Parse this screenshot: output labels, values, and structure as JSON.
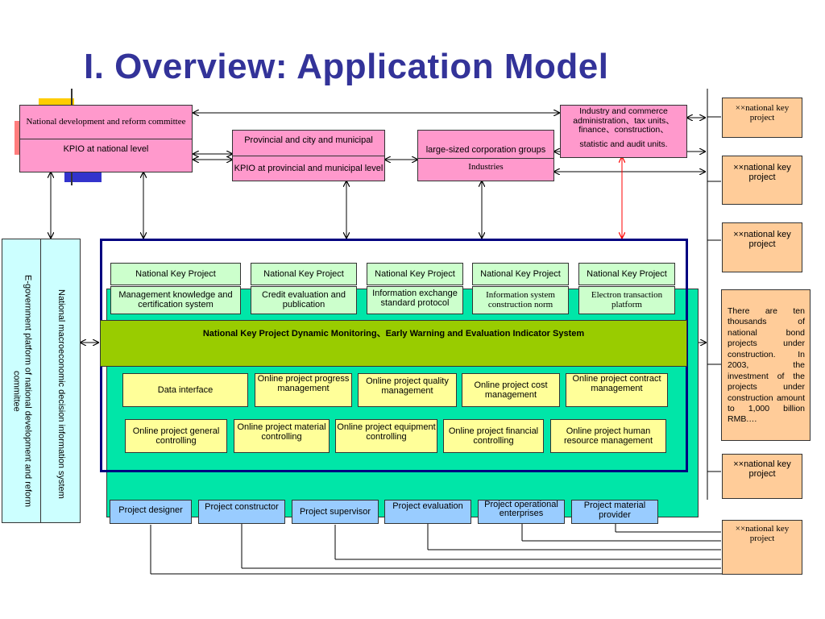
{
  "title": "I. Overview: Application Model",
  "colors": {
    "title": "#333399",
    "pink": "#ff99cc",
    "orange": "#ffcc99",
    "teal": "#00e6a8",
    "lime": "#99cc00",
    "navy": "#000080",
    "red_arrow": "#ff0000"
  },
  "top": {
    "national": {
      "title": "National development and reform committee",
      "sub": "KPIO at national level"
    },
    "provincial": {
      "title": "Provincial and city and municipal",
      "sub": "KPIO at provincial and municipal level"
    },
    "corporate": {
      "title": "large-sized corporation groups",
      "sub": "Industries"
    },
    "industry": {
      "line1": "Industry and commerce administration、tax units、finance、construction、",
      "line2": "statistic and audit units."
    }
  },
  "right": {
    "key_projects": [
      "××national key project",
      "××national key project",
      "××national key project",
      "××national key project",
      "××national key project"
    ],
    "info": "There are ten thousands of national bond projects under construction. In 2003, the investment of the projects under construction amount to 1,000 billion RMB.…"
  },
  "left": {
    "egov": "E-government platform of national development and reform committee",
    "macro": "National macroeconomic decision information system"
  },
  "systems": [
    {
      "head": "National Key Project",
      "body": "Management knowledge and certification system"
    },
    {
      "head": "National Key Project",
      "body": "Credit evaluation and publication"
    },
    {
      "head": "National Key Project",
      "body": "Information exchange standard protocol"
    },
    {
      "head": "National Key Project",
      "body": "Information system construction norm"
    },
    {
      "head": "National Key Project",
      "body": "Electron transaction platform"
    }
  ],
  "monitor_bar": "National Key Project Dynamic Monitoring、Early Warning and Evaluation Indicator System",
  "modules_row1": [
    "Data interface",
    "Online project progress management",
    "Online project quality management",
    "Online project cost management",
    "Online project contract management"
  ],
  "modules_row2": [
    "Online project general controlling",
    "Online project material controlling",
    "Online project equipment controlling",
    "Online project financial controlling",
    "Online project human resource management"
  ],
  "participants": [
    "Project designer",
    "Project constructor",
    "Project supervisor",
    "Project evaluation",
    "Project operational enterprises",
    "Project material provider"
  ]
}
